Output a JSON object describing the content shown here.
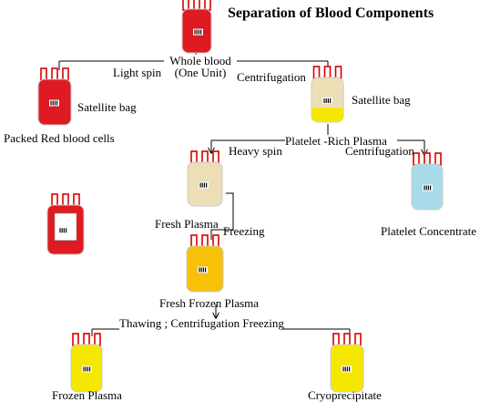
{
  "title": "Separation of Blood Components",
  "nodes": {
    "whole_blood": "Whole blood",
    "one_unit": "(One Unit)",
    "packed_rbc": "Packed Red blood cells",
    "satellite_left": "Satellite bag",
    "satellite_right": "Satellite bag",
    "prp": "Platelet -Rich Plasma",
    "fresh_plasma": "Fresh Plasma",
    "platelet_concentrate": "Platelet Concentrate",
    "ffp": "Fresh Frozen Plasma",
    "frozen_plasma": "Frozen Plasma",
    "cryoprecipitate": "Cryoprecipitate"
  },
  "steps": {
    "light_spin": "Light spin",
    "centrifugation_1": "Centrifugation",
    "heavy_spin": "Heavy spin",
    "centrifugation_2": "Centrifugation",
    "freezing": "Freezing",
    "thawing": "Thawing ; Centrifugation Freezing"
  },
  "colors": {
    "red": "#e01a22",
    "plasma": "#ecdfb6",
    "yellow": "#f5e800",
    "orange": "#f7c10a",
    "platelet": "#a8dbea",
    "tube": "#d90000"
  }
}
